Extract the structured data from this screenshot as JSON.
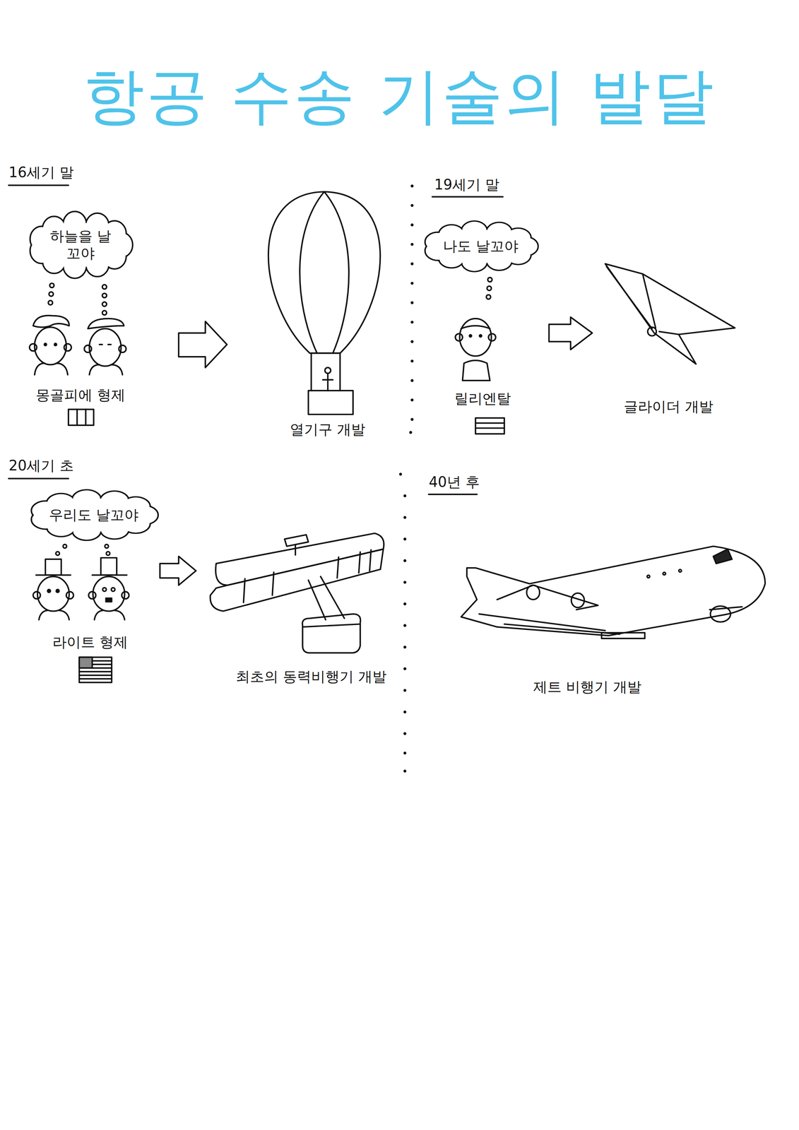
{
  "diagram": {
    "title": "항공 수송 기술의 발달",
    "nodes": [
      {
        "text": [
          "하늘을 날꼬야"
        ]
      },
      {
        "text": [
          "나도 날꼬야"
        ]
      },
      {
        "text": [
          "우리도 날꼬야"
        ]
      }
    ],
    "labels": [
      "16세기 말",
      "몽골피에 형제",
      "열기구 개발",
      "19세기 말",
      "릴리엔탈",
      "글라이더 개발",
      "20세기 초",
      "라이트 형제",
      "최초의 동력비행기 개발",
      "40년 후",
      "제트 비행기 개발"
    ]
  }
}
